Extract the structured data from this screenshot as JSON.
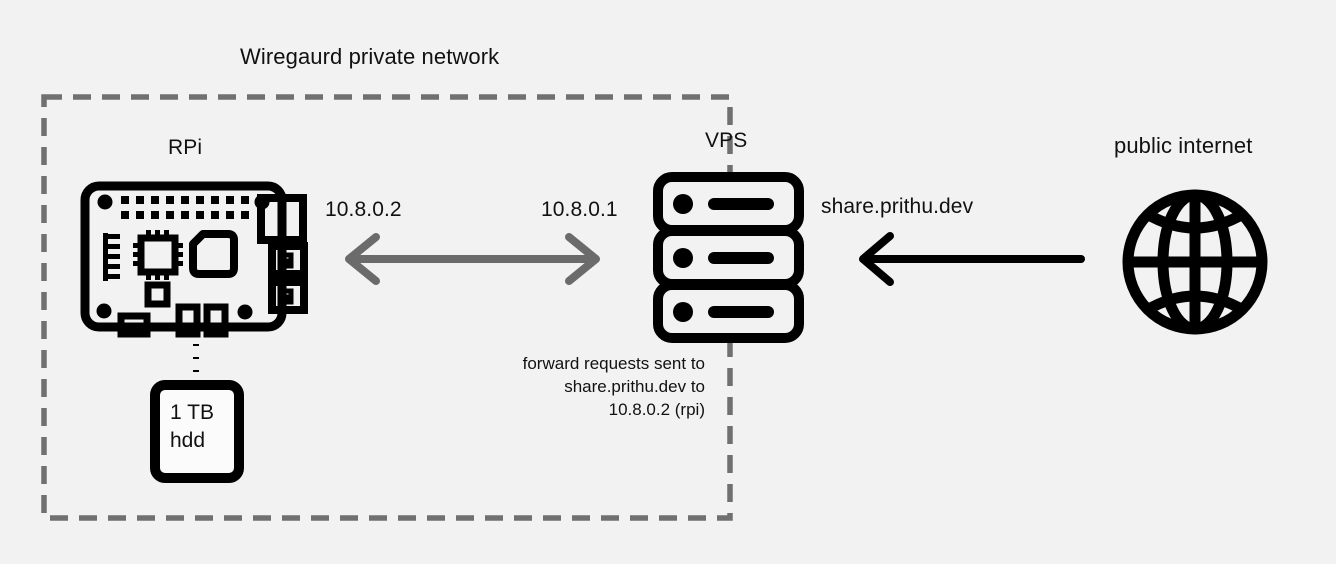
{
  "diagram": {
    "title": "Wiregaurd private network",
    "background_color": "#f2f2f2",
    "boundary": {
      "name": "wireguard-private-network-boundary",
      "style": "dashed",
      "color": "#707070"
    },
    "nodes": [
      {
        "id": "rpi",
        "label": "RPi",
        "icon": "raspberry-pi-board-icon",
        "color": "#000000"
      },
      {
        "id": "hdd",
        "label_lines": [
          "1 TB",
          "hdd"
        ],
        "icon": "storage-box-icon",
        "color": "#000000"
      },
      {
        "id": "vps",
        "label": "VPS",
        "icon": "server-stack-icon",
        "color": "#000000"
      },
      {
        "id": "internet",
        "label": "public internet",
        "icon": "globe-icon",
        "color": "#000000"
      }
    ],
    "connections": [
      {
        "id": "rpi-vps-tunnel",
        "from": "rpi",
        "to": "vps",
        "direction": "bidirectional",
        "color": "#6b6b6b",
        "label_left": "10.8.0.2",
        "label_right": "10.8.0.1"
      },
      {
        "id": "internet-vps-request",
        "from": "internet",
        "to": "vps",
        "direction": "left",
        "color": "#000000",
        "label": "share.prithu.dev"
      },
      {
        "id": "rpi-hdd-link",
        "from": "rpi",
        "to": "hdd",
        "direction": "none",
        "style": "dotted",
        "color": "#000000"
      }
    ],
    "note": {
      "id": "forward-note",
      "lines": [
        "forward requests sent to",
        "share.prithu.dev to",
        "10.8.0.2 (rpi)"
      ],
      "align": "right"
    }
  }
}
